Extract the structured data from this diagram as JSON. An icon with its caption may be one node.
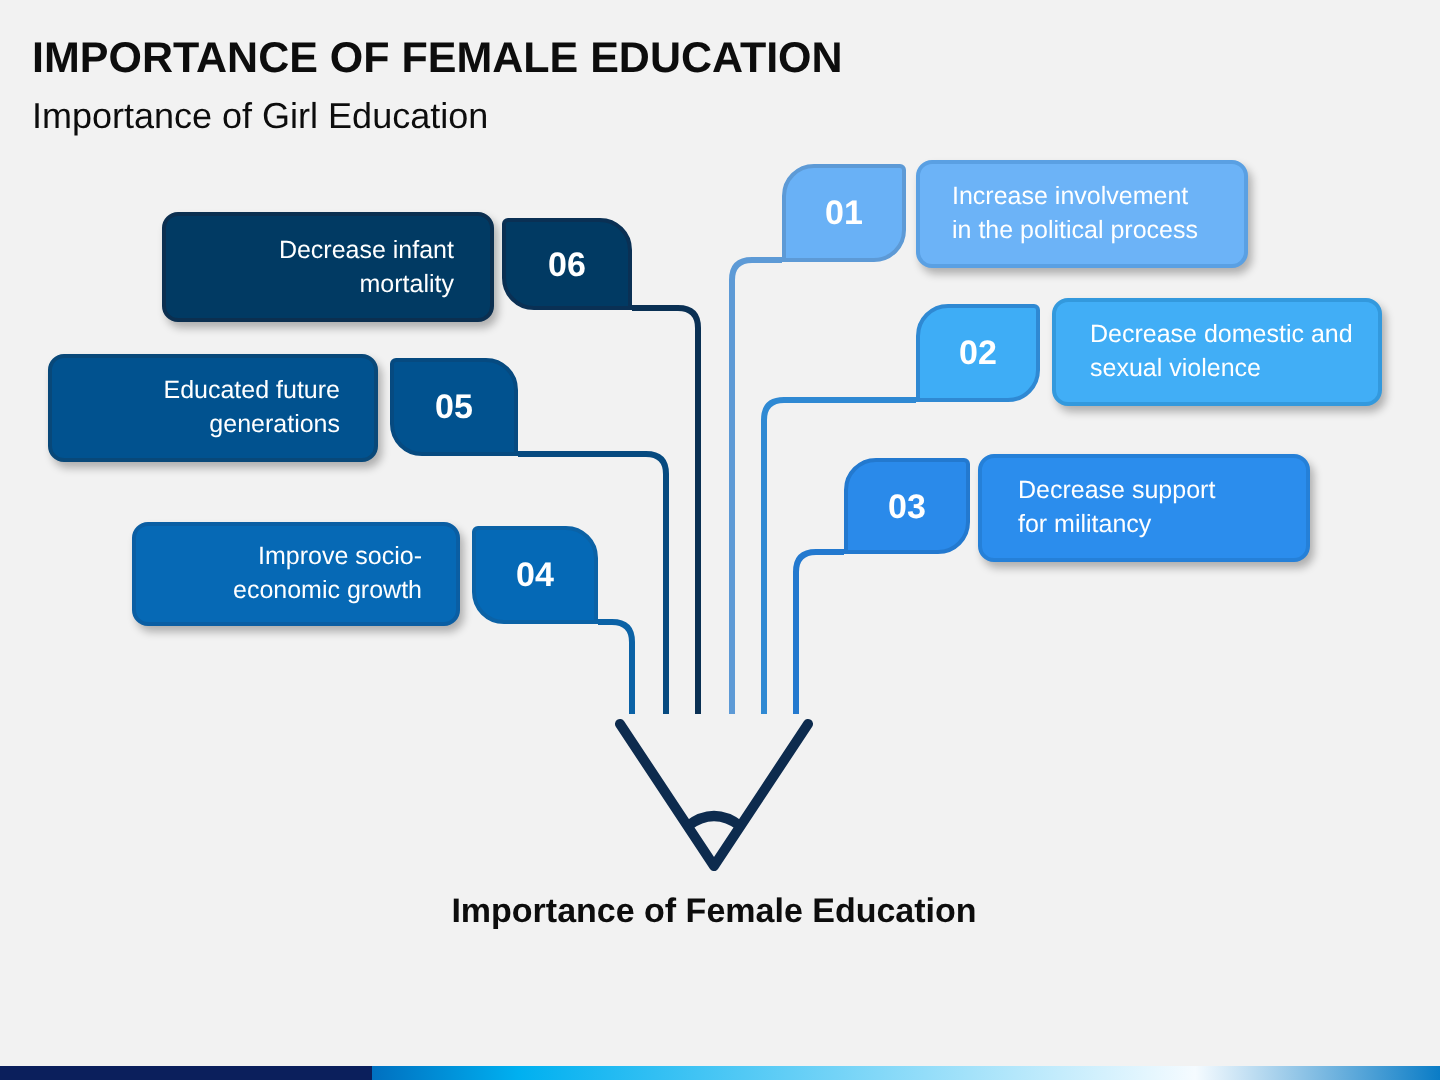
{
  "diagram": {
    "title": "IMPORTANCE OF FEMALE EDUCATION",
    "nodes": [
      {
        "text": [
          "01"
        ]
      },
      {
        "text": [
          "Increase involvement in the political process"
        ]
      },
      {
        "text": [
          "02"
        ]
      },
      {
        "text": [
          "Decrease domestic and sexual violence"
        ]
      },
      {
        "text": [
          "03"
        ]
      },
      {
        "text": [
          "Decrease support for militancy"
        ]
      },
      {
        "text": [
          "04"
        ]
      },
      {
        "text": [
          "Improve socio-economic growth"
        ]
      },
      {
        "text": [
          "05"
        ]
      },
      {
        "text": [
          "Educated future generations"
        ]
      },
      {
        "text": [
          "06"
        ]
      },
      {
        "text": [
          "Decrease infant mortality"
        ]
      },
      {
        "text": [],
        "shape": "picture",
        "beside": [
          "Importance of Female Education"
        ]
      }
    ],
    "edges": [
      {
        "from": 0,
        "to": 12,
        "arrow": "none",
        "color": "#5d9ad6"
      },
      {
        "from": 2,
        "to": 12,
        "arrow": "none",
        "color": "#2f89d3"
      },
      {
        "from": 4,
        "to": 12,
        "arrow": "none",
        "color": "#2379cf"
      },
      {
        "from": 6,
        "to": 12,
        "arrow": "none",
        "color": "#0b62a6"
      },
      {
        "from": 8,
        "to": 12,
        "arrow": "none",
        "color": "#064a80"
      },
      {
        "from": 10,
        "to": 12,
        "arrow": "none",
        "color": "#0a3054"
      }
    ],
    "labels": [
      "Importance of Girl Education"
    ]
  }
}
